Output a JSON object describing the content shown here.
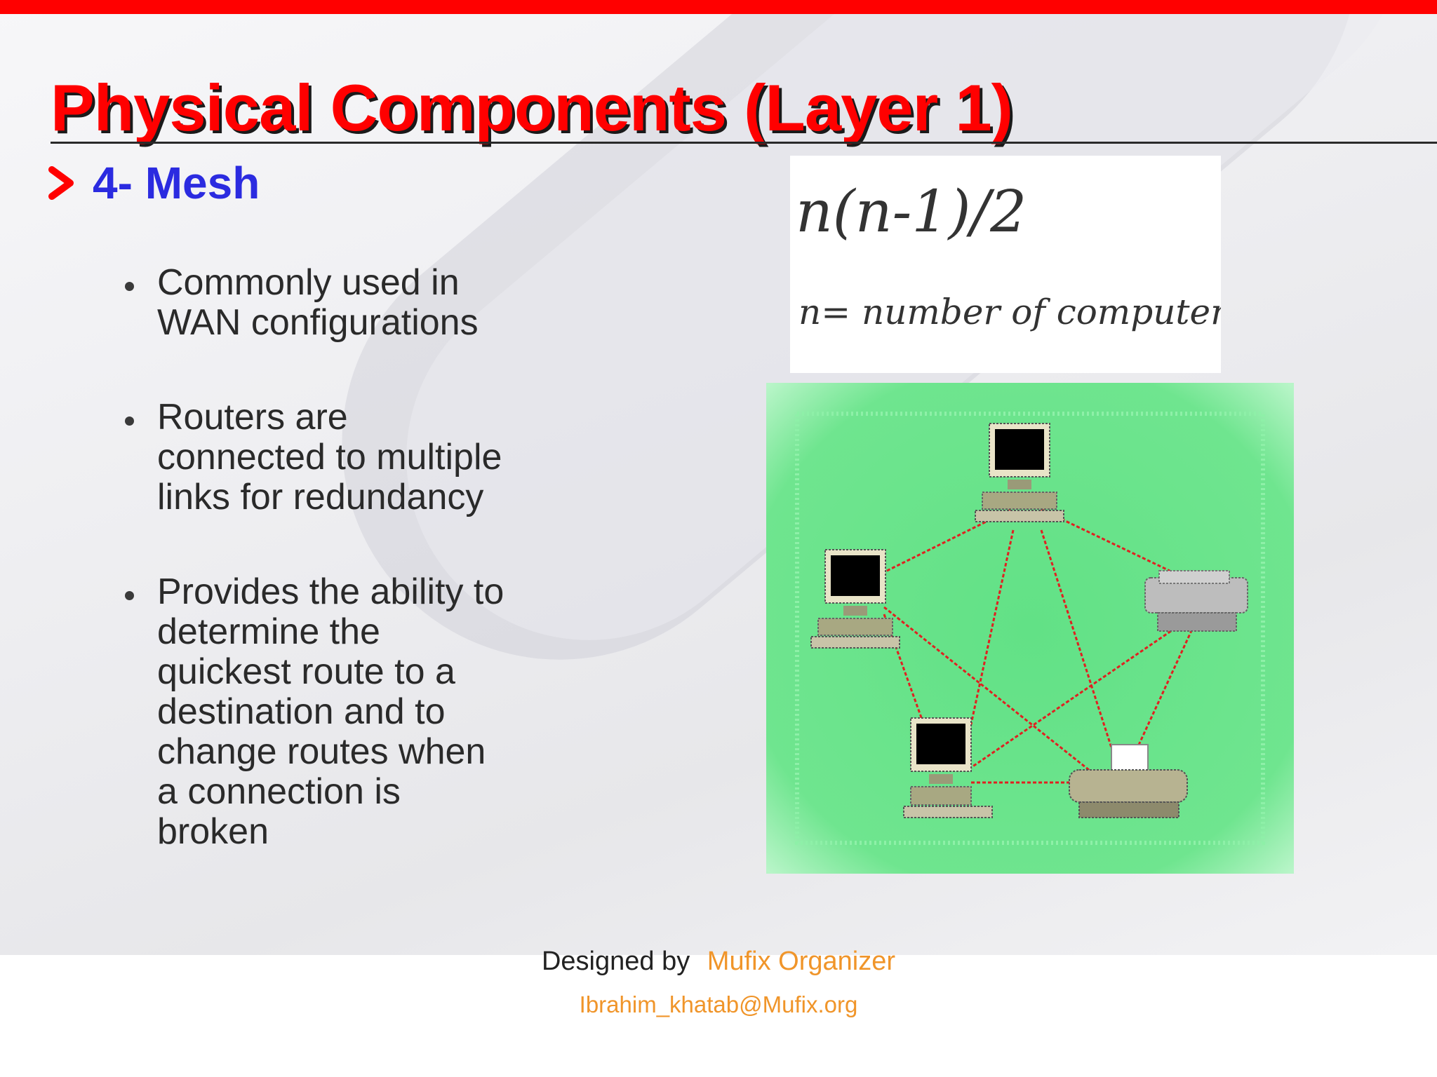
{
  "slide": {
    "title": "Physical Components (Layer 1)",
    "section": "4- Mesh",
    "bullets": [
      {
        "lines": [
          "Commonly used in",
          "WAN configurations"
        ]
      },
      {
        "lines": [
          "Routers are",
          "connected to multiple",
          "links for redundancy"
        ]
      },
      {
        "lines": [
          "Provides the ability to",
          "determine the",
          "quickest route to a",
          "destination and to",
          "change routes when",
          "a connection is",
          "broken"
        ]
      }
    ]
  },
  "formula": {
    "expression": "n(n-1)/2",
    "legend": "n= number of computers"
  },
  "footer": {
    "designed_by": "Designed by",
    "organizer": "Mufix Organizer",
    "email": "Ibrahim_khatab@Mufix.org"
  },
  "colors": {
    "accent_red": "#ff0000",
    "heading_blue": "#2b2be0",
    "footer_orange": "#f0952a",
    "mesh_background": "#6fe58f",
    "mesh_links": "#e02020"
  },
  "icons": [
    "chevron-right-icon",
    "computer-icon",
    "printer-icon"
  ]
}
